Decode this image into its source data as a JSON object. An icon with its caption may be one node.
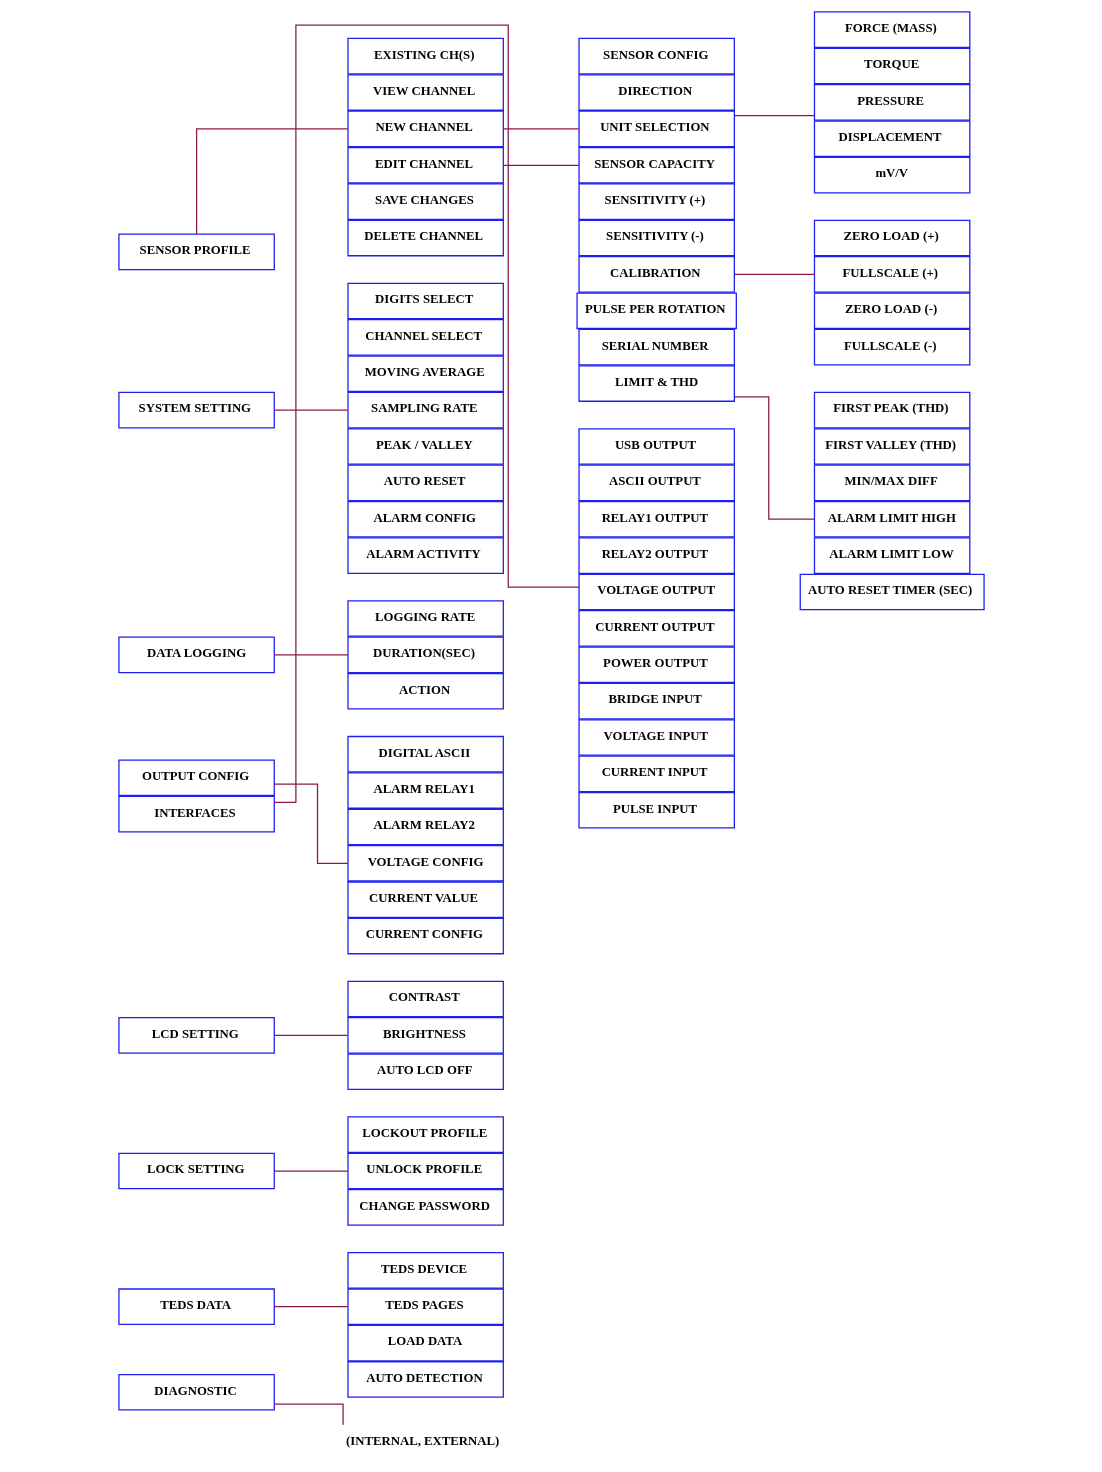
{
  "diagram": {
    "nodes": [
      {
        "text": [
          "SENSOR PROFILE"
        ]
      },
      {
        "text": [
          "SYSTEM SETTING"
        ]
      },
      {
        "text": [
          "DATA LOGGING"
        ]
      },
      {
        "text": [
          "OUTPUT CONFIG"
        ]
      },
      {
        "text": [
          "INTERFACES"
        ]
      },
      {
        "text": [
          "LCD SETTING"
        ]
      },
      {
        "text": [
          "LOCK SETTING"
        ]
      },
      {
        "text": [
          "TEDS DATA"
        ]
      },
      {
        "text": [
          "DIAGNOSTIC"
        ]
      },
      {
        "text": [
          "EXISTING CH(S)"
        ]
      },
      {
        "text": [
          "VIEW CHANNEL"
        ]
      },
      {
        "text": [
          "NEW CHANNEL"
        ]
      },
      {
        "text": [
          "EDIT CHANNEL"
        ]
      },
      {
        "text": [
          "SAVE CHANGES"
        ]
      },
      {
        "text": [
          "DELETE CHANNEL"
        ]
      },
      {
        "text": [
          "DIGITS SELECT"
        ]
      },
      {
        "text": [
          "CHANNEL SELECT"
        ]
      },
      {
        "text": [
          "MOVING AVERAGE"
        ]
      },
      {
        "text": [
          "SAMPLING RATE"
        ]
      },
      {
        "text": [
          "PEAK / VALLEY"
        ]
      },
      {
        "text": [
          "AUTO RESET"
        ]
      },
      {
        "text": [
          "ALARM CONFIG"
        ]
      },
      {
        "text": [
          "ALARM ACTIVITY"
        ]
      },
      {
        "text": [
          "LOGGING RATE"
        ]
      },
      {
        "text": [
          "DURATION(SEC)"
        ]
      },
      {
        "text": [
          "ACTION"
        ]
      },
      {
        "text": [
          "DIGITAL ASCII"
        ]
      },
      {
        "text": [
          "ALARM RELAY1"
        ]
      },
      {
        "text": [
          "ALARM RELAY2"
        ]
      },
      {
        "text": [
          "VOLTAGE CONFIG"
        ]
      },
      {
        "text": [
          "CURRENT VALUE"
        ]
      },
      {
        "text": [
          "CURRENT CONFIG"
        ]
      },
      {
        "text": [
          "CONTRAST"
        ]
      },
      {
        "text": [
          "BRIGHTNESS"
        ]
      },
      {
        "text": [
          "AUTO LCD OFF"
        ]
      },
      {
        "text": [
          "LOCKOUT PROFILE"
        ]
      },
      {
        "text": [
          "UNLOCK PROFILE"
        ]
      },
      {
        "text": [
          "CHANGE PASSWORD"
        ]
      },
      {
        "text": [
          "TEDS DEVICE"
        ]
      },
      {
        "text": [
          "TEDS PAGES"
        ]
      },
      {
        "text": [
          "LOAD DATA"
        ]
      },
      {
        "text": [
          "AUTO DETECTION"
        ]
      },
      {
        "text": [
          "(INTERNAL, EXTERNAL)"
        ]
      },
      {
        "text": [
          "SENSOR CONFIG"
        ]
      },
      {
        "text": [
          "DIRECTION"
        ]
      },
      {
        "text": [
          "UNIT SELECTION"
        ]
      },
      {
        "text": [
          "SENSOR CAPACITY"
        ]
      },
      {
        "text": [
          "SENSITIVITY (+)"
        ]
      },
      {
        "text": [
          "SENSITIVITY (-)"
        ]
      },
      {
        "text": [
          "CALIBRATION"
        ]
      },
      {
        "text": [
          "PULSE PER ROTATION"
        ]
      },
      {
        "text": [
          "SERIAL NUMBER"
        ]
      },
      {
        "text": [
          "LIMIT & THD"
        ]
      },
      {
        "text": [
          "USB OUTPUT"
        ]
      },
      {
        "text": [
          "ASCII OUTPUT"
        ]
      },
      {
        "text": [
          "RELAY1 OUTPUT"
        ]
      },
      {
        "text": [
          "RELAY2 OUTPUT"
        ]
      },
      {
        "text": [
          "VOLTAGE OUTPUT"
        ]
      },
      {
        "text": [
          "CURRENT OUTPUT"
        ]
      },
      {
        "text": [
          "POWER OUTPUT"
        ]
      },
      {
        "text": [
          "BRIDGE INPUT"
        ]
      },
      {
        "text": [
          "VOLTAGE INPUT"
        ]
      },
      {
        "text": [
          "CURRENT INPUT"
        ]
      },
      {
        "text": [
          "PULSE INPUT"
        ]
      },
      {
        "text": [
          "FORCE (MASS)"
        ]
      },
      {
        "text": [
          "TORQUE"
        ]
      },
      {
        "text": [
          "PRESSURE"
        ]
      },
      {
        "text": [
          "DISPLACEMENT"
        ]
      },
      {
        "text": [
          "mV/V"
        ]
      },
      {
        "text": [
          "ZERO LOAD (+)"
        ]
      },
      {
        "text": [
          "FULLSCALE (+)"
        ]
      },
      {
        "text": [
          "ZERO LOAD (-)"
        ]
      },
      {
        "text": [
          "FULLSCALE (-)"
        ]
      },
      {
        "text": [
          "FIRST PEAK (THD)"
        ]
      },
      {
        "text": [
          "FIRST VALLEY (THD)"
        ]
      },
      {
        "text": [
          "MIN/MAX DIFF"
        ]
      },
      {
        "text": [
          "ALARM LIMIT HIGH"
        ]
      },
      {
        "text": [
          "ALARM LIMIT LOW"
        ]
      },
      {
        "text": [
          "AUTO RESET TIMER (SEC)"
        ]
      }
    ],
    "edges": [
      {
        "from": 0,
        "to": 11,
        "arrow": "none"
      },
      {
        "from": 1,
        "to": 18,
        "arrow": "none"
      },
      {
        "from": 2,
        "to": 24,
        "arrow": "none"
      },
      {
        "from": 3,
        "to": 29,
        "arrow": "none"
      },
      {
        "from": 4,
        "to": 57,
        "arrow": "none"
      },
      {
        "from": 5,
        "to": 33,
        "arrow": "none"
      },
      {
        "from": 6,
        "to": 36,
        "arrow": "none"
      },
      {
        "from": 7,
        "to": 39,
        "arrow": "none"
      },
      {
        "from": 8,
        "to": 42,
        "arrow": "none"
      },
      {
        "from": 11,
        "to": 45,
        "arrow": "none"
      },
      {
        "from": 12,
        "to": 46,
        "arrow": "none"
      },
      {
        "from": 45,
        "to": 66,
        "arrow": "none"
      },
      {
        "from": 49,
        "to": 70,
        "arrow": "none"
      },
      {
        "from": 52,
        "to": 76,
        "arrow": "none"
      }
    ]
  }
}
